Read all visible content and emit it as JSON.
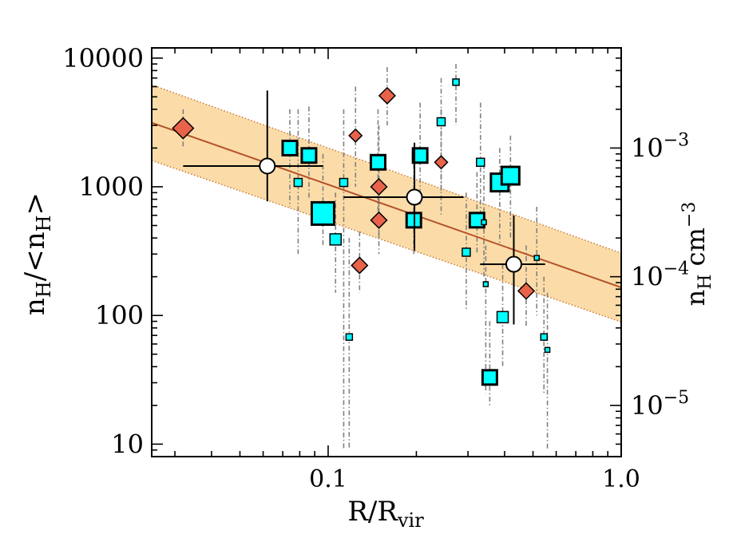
{
  "chart_data": {
    "type": "scatter",
    "title": "",
    "xlabel": "R/R",
    "xlabel_sub": "vir",
    "ylabel_left": {
      "base": "n",
      "sub1": "H",
      "mid": "/<n",
      "sub2": "H",
      "end": ">"
    },
    "ylabel_right": {
      "base": "n",
      "sub": "H",
      "unit": " cm",
      "sup": "−3"
    },
    "x_scale": "log",
    "y_scale": "log",
    "xlim": [
      0.025,
      1.0
    ],
    "ylim": [
      8,
      12000
    ],
    "right_ylim": [
      4e-06,
      0.006
    ],
    "x_ticks": [
      {
        "v": 0.1,
        "label": "0.1"
      },
      {
        "v": 1.0,
        "label": "1.0"
      }
    ],
    "y_ticks": [
      {
        "v": 10,
        "label": "10"
      },
      {
        "v": 100,
        "label": "100"
      },
      {
        "v": 1000,
        "label": "1000"
      },
      {
        "v": 10000,
        "label": "10000"
      }
    ],
    "right_ticks": [
      {
        "v": 1e-05,
        "base": "10",
        "exp": "−5"
      },
      {
        "v": 0.0001,
        "base": "10",
        "exp": "−4"
      },
      {
        "v": 0.001,
        "base": "10",
        "exp": "−3"
      }
    ],
    "fit_line": {
      "color": "#b5512a",
      "x": [
        0.025,
        1.0
      ],
      "y": [
        3150,
        165
      ]
    },
    "fit_band": {
      "fill": "#fbdca8",
      "edge": "#c87a3a",
      "upper": [
        6200,
        305
      ],
      "lower": [
        1600,
        89
      ]
    },
    "colors": {
      "square": "#00ffff",
      "diamond": "#e8634a",
      "errorbar": "#808080",
      "binned": "#ffffff"
    },
    "squares": [
      {
        "x": 0.074,
        "y": 2000,
        "size": "m",
        "ylo": 700,
        "yhi": 4000
      },
      {
        "x": 0.079,
        "y": 1080,
        "size": "xs",
        "ylo": 300,
        "yhi": 4000
      },
      {
        "x": 0.086,
        "y": 1750,
        "size": "m",
        "ylo": 800,
        "yhi": 4200
      },
      {
        "x": 0.096,
        "y": 620,
        "size": "xl",
        "ylo": 350,
        "yhi": 1800
      },
      {
        "x": 0.106,
        "y": 390,
        "size": "s",
        "ylo": 150,
        "yhi": 900
      },
      {
        "x": 0.113,
        "y": 1080,
        "size": "xs",
        "ylo": 9,
        "yhi": 4000
      },
      {
        "x": 0.118,
        "y": 68,
        "size": "xxs",
        "ylo": 9,
        "yhi": 400
      },
      {
        "x": 0.148,
        "y": 1550,
        "size": "m",
        "ylo": 600,
        "yhi": 4000
      },
      {
        "x": 0.196,
        "y": 550,
        "size": "m",
        "ylo": 300,
        "yhi": 1500
      },
      {
        "x": 0.206,
        "y": 1750,
        "size": "m",
        "ylo": 700,
        "yhi": 4500
      },
      {
        "x": 0.243,
        "y": 3200,
        "size": "xs",
        "ylo": 900,
        "yhi": 7000
      },
      {
        "x": 0.273,
        "y": 6500,
        "size": "xxs",
        "ylo": 3000,
        "yhi": 9000
      },
      {
        "x": 0.296,
        "y": 310,
        "size": "xs",
        "ylo": 110,
        "yhi": 900
      },
      {
        "x": 0.322,
        "y": 550,
        "size": "m",
        "ylo": 300,
        "yhi": 1300
      },
      {
        "x": 0.331,
        "y": 1550,
        "size": "xs",
        "ylo": 500,
        "yhi": 4500
      },
      {
        "x": 0.34,
        "y": 530,
        "size": "tiny",
        "ylo": 200,
        "yhi": 1500
      },
      {
        "x": 0.345,
        "y": 175,
        "size": "tiny",
        "ylo": 25,
        "yhi": 350
      },
      {
        "x": 0.356,
        "y": 33,
        "size": "m",
        "ylo": 20,
        "yhi": 90
      },
      {
        "x": 0.385,
        "y": 1080,
        "size": "l",
        "ylo": 350,
        "yhi": 2000
      },
      {
        "x": 0.394,
        "y": 97,
        "size": "s",
        "ylo": 40,
        "yhi": 250
      },
      {
        "x": 0.419,
        "y": 1220,
        "size": "l",
        "ylo": 400,
        "yhi": 2500
      },
      {
        "x": 0.515,
        "y": 280,
        "size": "tiny",
        "ylo": 100,
        "yhi": 700
      },
      {
        "x": 0.545,
        "y": 68,
        "size": "xxs",
        "ylo": 25,
        "yhi": 200
      },
      {
        "x": 0.56,
        "y": 54,
        "size": "tiny",
        "ylo": 9,
        "yhi": 150
      }
    ],
    "diamonds": [
      {
        "x": 0.032,
        "y": 2850,
        "size": "l",
        "ylo": 2000,
        "yhi": 4000
      },
      {
        "x": 0.124,
        "y": 2500,
        "size": "s",
        "ylo": 1000,
        "yhi": 6000
      },
      {
        "x": 0.128,
        "y": 245,
        "size": "m",
        "ylo": 150,
        "yhi": 450
      },
      {
        "x": 0.149,
        "y": 1000,
        "size": "m",
        "ylo": 400,
        "yhi": 3000
      },
      {
        "x": 0.149,
        "y": 550,
        "size": "m",
        "ylo": 300,
        "yhi": 1200
      },
      {
        "x": 0.159,
        "y": 5100,
        "size": "m",
        "ylo": 3000,
        "yhi": 8500
      },
      {
        "x": 0.243,
        "y": 1550,
        "size": "s",
        "ylo": 600,
        "yhi": 4000
      },
      {
        "x": 0.474,
        "y": 155,
        "size": "m",
        "ylo": 80,
        "yhi": 350
      }
    ],
    "binned": [
      {
        "x": 0.062,
        "y": 1450,
        "xlo": 0.032,
        "xhi": 0.096,
        "ylo": 770,
        "yhi": 5600
      },
      {
        "x": 0.197,
        "y": 830,
        "xlo": 0.113,
        "xhi": 0.29,
        "ylo": 320,
        "yhi": 2200
      },
      {
        "x": 0.43,
        "y": 250,
        "xlo": 0.33,
        "xhi": 0.55,
        "ylo": 85,
        "yhi": 600
      }
    ]
  }
}
